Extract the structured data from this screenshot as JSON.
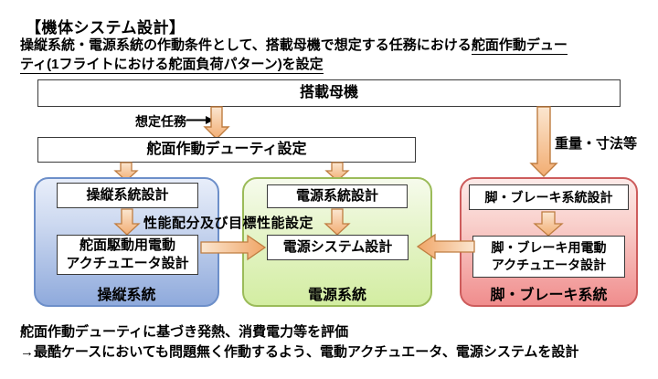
{
  "title": "【機体システム設計】",
  "intro": {
    "plain": "操縦系統・電源系統の作動条件として、搭載母機で想定する任務における",
    "underline1": "舵面作動デュー",
    "underline2": "ティ(1フライトにおける舵面負荷パターン)を設定"
  },
  "flow": {
    "mothership": "搭載母機",
    "assumed_mission": "想定任務",
    "duty_setting": "舵面作動デューティ設定",
    "weight_dims": "重量・寸法等",
    "perf_allocation": "性能配分及び目標性能設定"
  },
  "panels": {
    "control": {
      "design_box": "操縦系統設計",
      "actuator_line1": "舵面駆動用電動",
      "actuator_line2": "アクチュエータ設計",
      "label": "操縦系統"
    },
    "power": {
      "design_box": "電源系統設計",
      "system_box": "電源システム設計",
      "label": "電源系統"
    },
    "gear": {
      "design_box": "脚・ブレーキ系統設計",
      "actuator_line1": "脚・ブレーキ用電動",
      "actuator_line2": "アクチュエータ設計",
      "label": "脚・ブレーキ系統"
    }
  },
  "footer": {
    "line1": "舵面作動デューティに基づき発熱、消費電力等を評価",
    "line2": "→最酷ケースにおいても問題無く作動するよう、電動アクチュエータ、電源システムを設計"
  },
  "colors": {
    "arrow_fill_light": "#fbe6d0",
    "arrow_fill_dark": "#f2ad72",
    "arrow_stroke": "#bf7d41",
    "panel_control_border": "#6d8fc9",
    "panel_power_border": "#9bbb59",
    "panel_gear_border": "#cd5c5c",
    "box_border": "#3a3a3a"
  }
}
